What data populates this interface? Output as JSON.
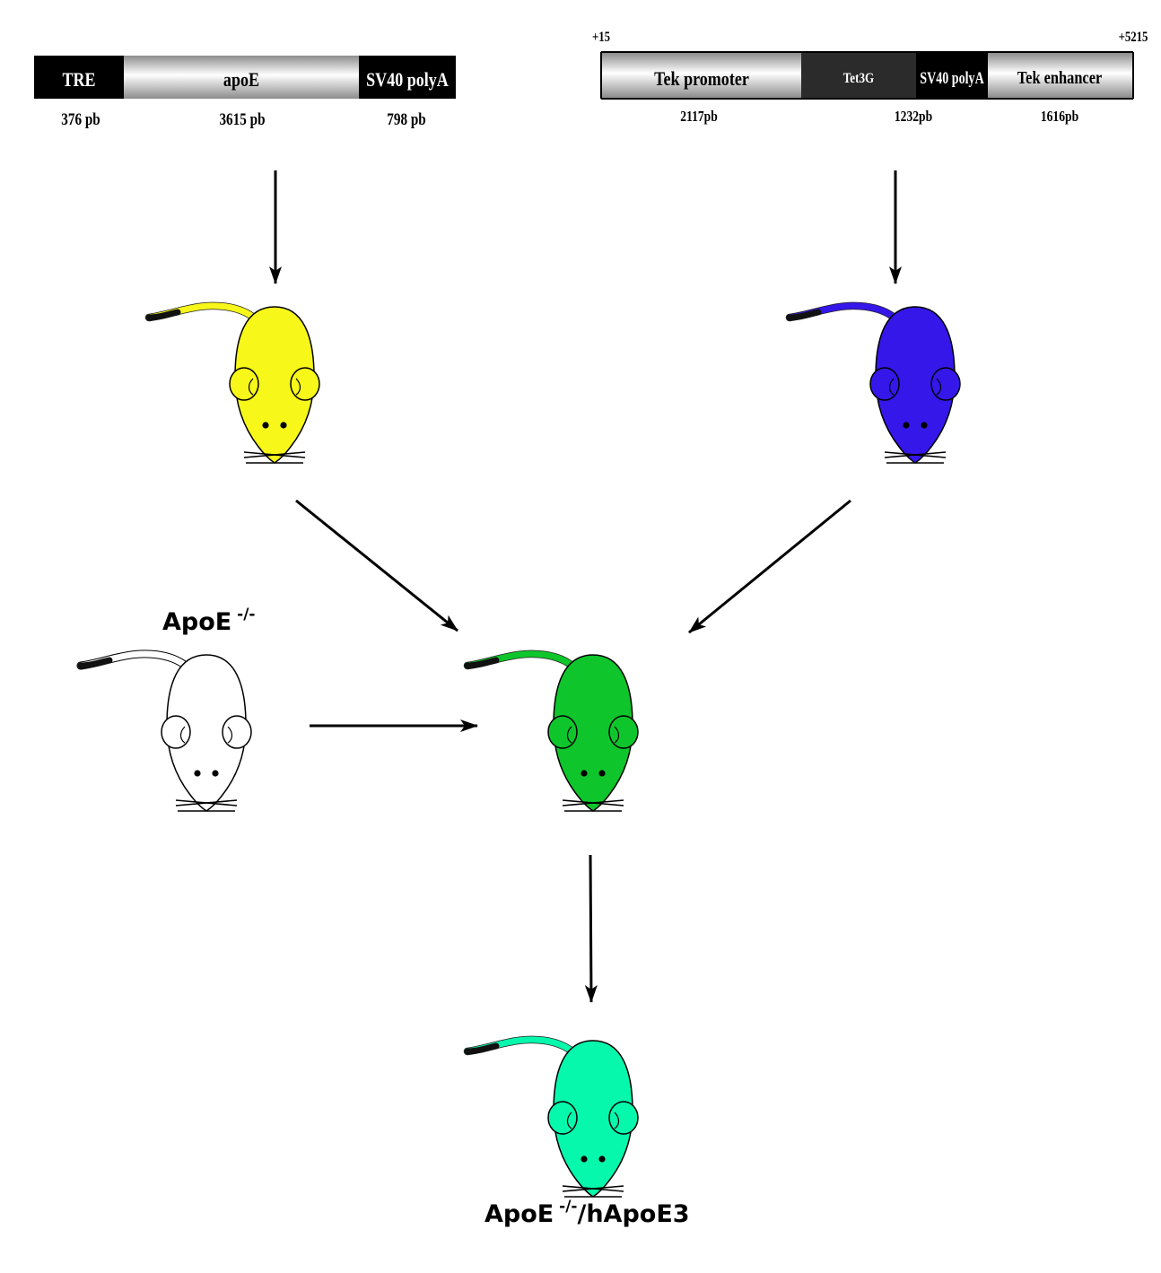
{
  "construct_left": {
    "segments": [
      {
        "name": "TRE",
        "size": "376 pb"
      },
      {
        "name": "apoE",
        "size": "3615 pb"
      },
      {
        "name": "SV40 polyA",
        "size": "798 pb"
      }
    ]
  },
  "construct_right": {
    "start": "+15",
    "end": "+5215",
    "segments": [
      {
        "name": "Tek promoter",
        "size": "2117pb"
      },
      {
        "name": "Tet3G",
        "size": "1232pb"
      },
      {
        "name": "SV40 polyA",
        "size": ""
      },
      {
        "name": "Tek enhancer",
        "size": "1616pb"
      }
    ]
  },
  "mice": {
    "yellow": {
      "color": "#f7f71a"
    },
    "blue": {
      "color": "#3517ea"
    },
    "knockout": {
      "label_main": "ApoE",
      "label_sup": " -/-",
      "color": "#ffffff"
    },
    "cross": {
      "color": "#0ec62c"
    },
    "result": {
      "label_main": "ApoE",
      "label_sup": " -/-",
      "label_rest": "/hApoE3",
      "color": "#06f8ac"
    }
  }
}
